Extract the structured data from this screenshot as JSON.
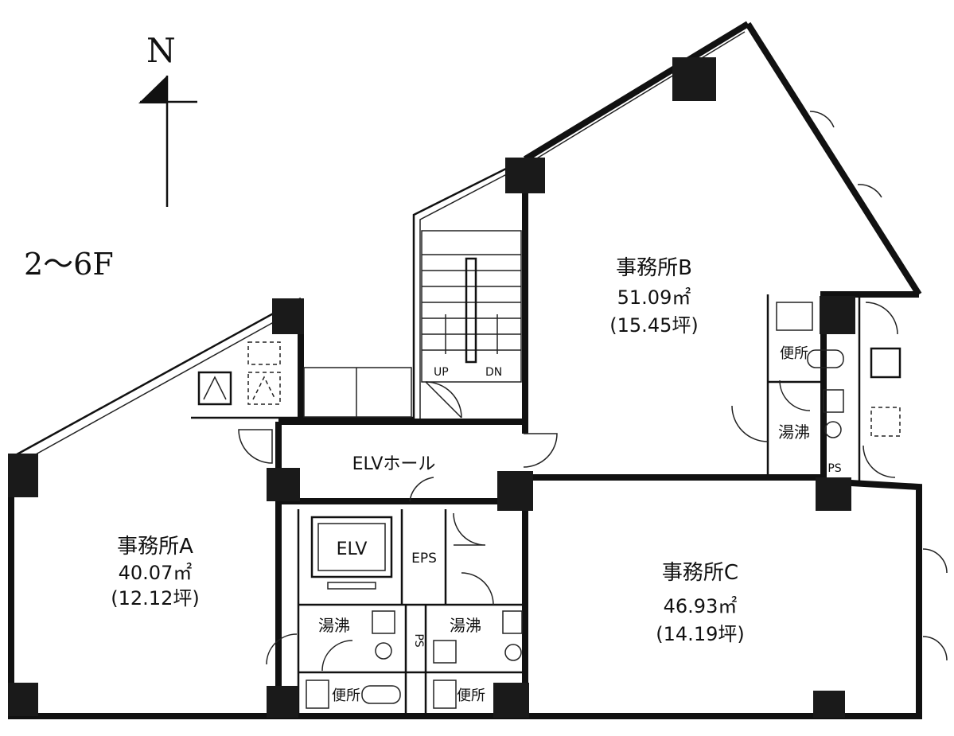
{
  "floor": {
    "label": "2～6F"
  },
  "compass": {
    "label": "N"
  },
  "rooms": {
    "office_a": {
      "name": "事務所A",
      "area": "40.07㎡",
      "tsubo": "(12.12坪)"
    },
    "office_b": {
      "name": "事務所B",
      "area": "51.09㎡",
      "tsubo": "(15.45坪)"
    },
    "office_c": {
      "name": "事務所C",
      "area": "46.93㎡",
      "tsubo": "(14.19坪)"
    },
    "elv_hall": {
      "name": "ELVホール"
    },
    "elv": {
      "name": "ELV"
    },
    "eps": {
      "name": "EPS"
    },
    "ps_center": {
      "name": "PS"
    },
    "ps_right": {
      "name": "PS"
    },
    "kitchen_left": {
      "name": "湯沸"
    },
    "kitchen_center": {
      "name": "湯沸"
    },
    "kitchen_right": {
      "name": "湯沸"
    },
    "toilet_left": {
      "name": "便所"
    },
    "toilet_center": {
      "name": "便所"
    },
    "toilet_right": {
      "name": "便所"
    }
  },
  "stairs": {
    "up_label": "UP",
    "down_label": "DN"
  }
}
